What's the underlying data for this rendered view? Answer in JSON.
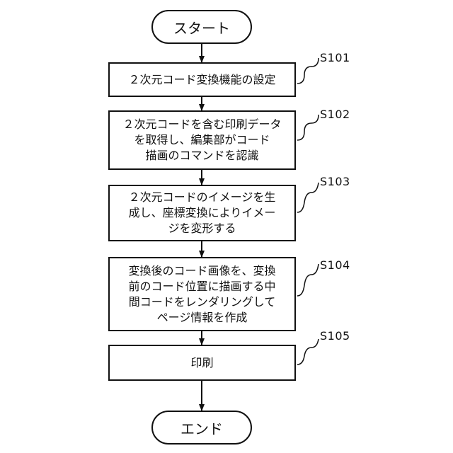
{
  "start_label": "スタート",
  "end_label": "エンド",
  "steps": [
    {
      "id": "S101",
      "text": "２次元コード変換機能の設定"
    },
    {
      "id": "S102",
      "text": "２次元コードを含む印刷データ\nを取得し、編集部がコード\n描画のコマンドを認識"
    },
    {
      "id": "S103",
      "text": "２次元コードのイメージを生\n成し、座標変換によりイメー\nジを変形する"
    },
    {
      "id": "S104",
      "text": "変換後のコード画像を、変換\n前のコード位置に描画する中\n間コードをレンダリングして\nページ情報を作成"
    },
    {
      "id": "S105",
      "text": "印刷"
    }
  ]
}
